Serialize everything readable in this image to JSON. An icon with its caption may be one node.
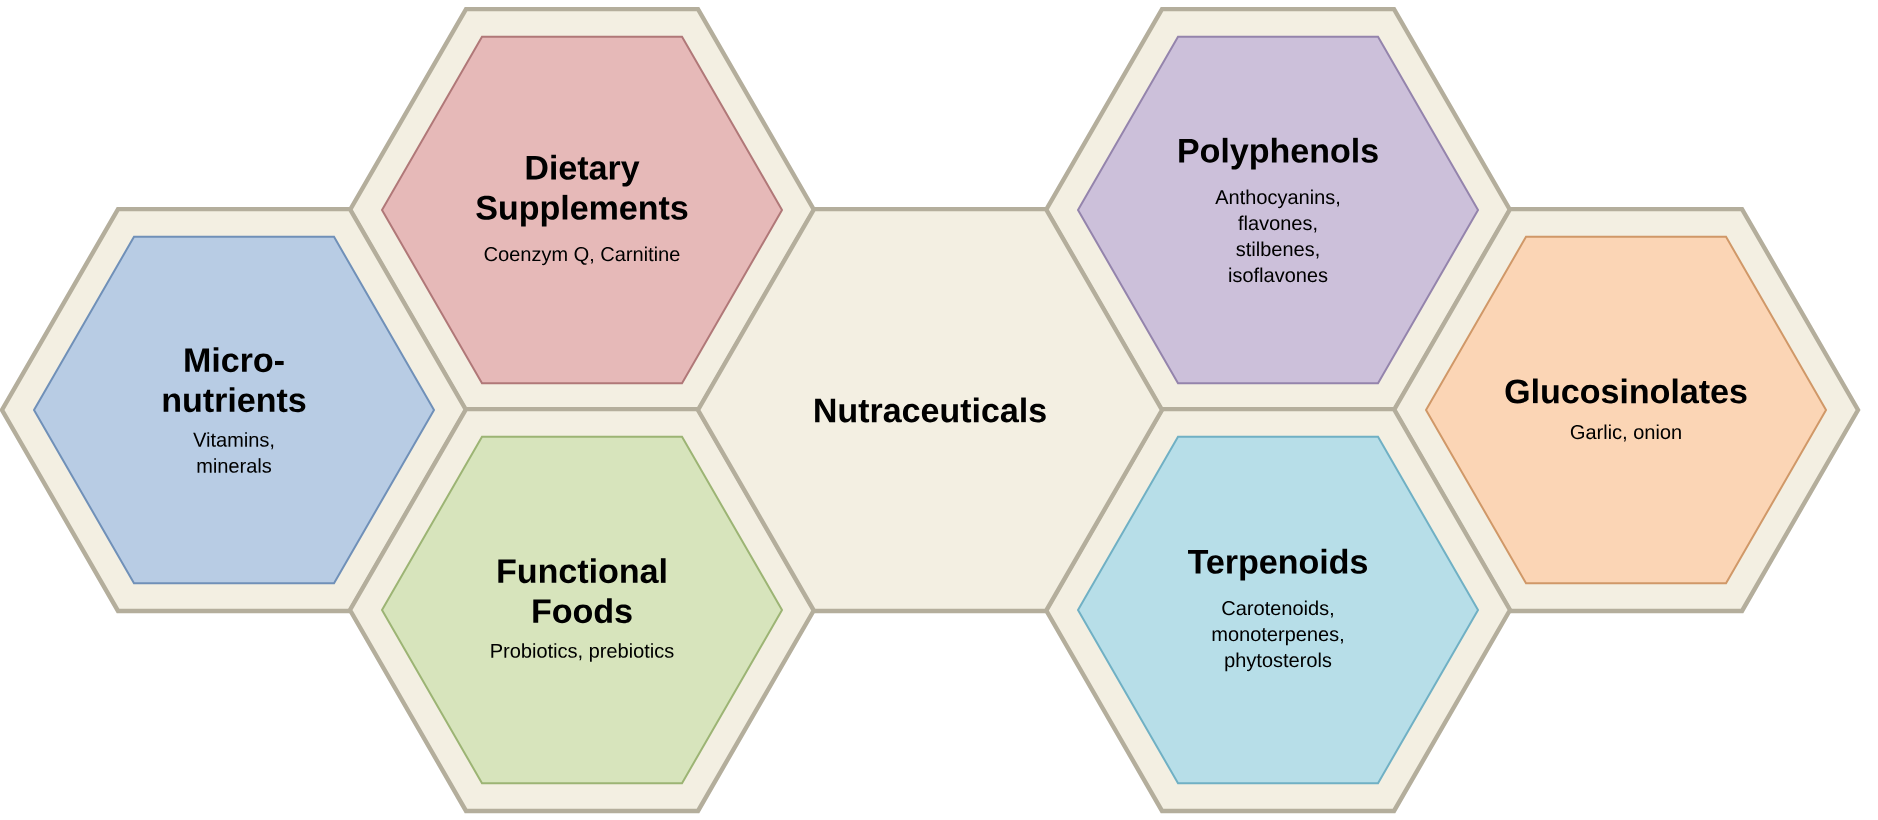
{
  "diagram": {
    "nodes": [
      {
        "text": [
          "Dietary Supplements",
          "Coenzym Q, Carnitine"
        ]
      },
      {
        "text": [
          "Polyphenols",
          "Anthocyanins, flavones, stilbenes, isoflavones"
        ]
      },
      {
        "text": [
          "Micro- nutrients",
          "Vitamins, minerals"
        ]
      },
      {
        "text": [
          "Nutraceuticals"
        ]
      },
      {
        "text": [
          "Glucosinolates",
          "Garlic, onion"
        ]
      },
      {
        "text": [
          "Functional Foods",
          "Probiotics, prebiotics"
        ]
      },
      {
        "text": [
          "Terpenoids",
          "Carotenoids, monoterpenes, phytosterols"
        ]
      }
    ]
  }
}
